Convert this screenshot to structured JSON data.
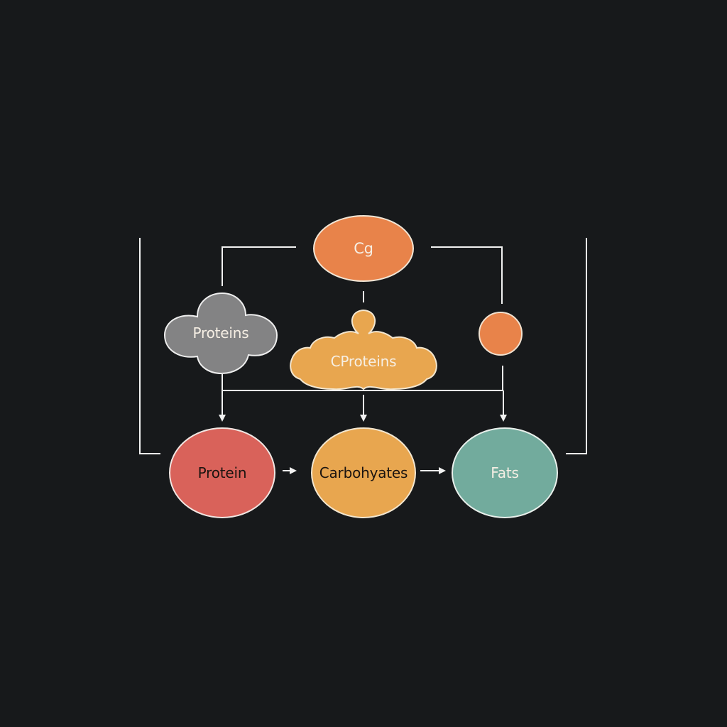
{
  "diagram": {
    "background_color": "#17191b",
    "line_color": "#f2f2f2",
    "nodes": {
      "cg": {
        "label": "Cg",
        "shape": "ellipse",
        "color": "#e8834a"
      },
      "proteins_cloud": {
        "label": "Proteins",
        "shape": "cloud",
        "color": "#838384"
      },
      "cproteins_cloud": {
        "label": "CProteins",
        "shape": "cloud",
        "color": "#e8a64f"
      },
      "small_dot": {
        "label": "",
        "shape": "circle",
        "color": "#e8834a"
      },
      "protein": {
        "label": "Protein",
        "shape": "ellipse",
        "color": "#d9625a"
      },
      "carbohydrates": {
        "label": "Carbohyates",
        "shape": "ellipse",
        "color": "#e8a64f"
      },
      "fats": {
        "label": "Fats",
        "shape": "ellipse",
        "color": "#72ab9d"
      }
    },
    "edges": [
      {
        "from": "cg",
        "to": "proteins_cloud",
        "type": "elbow-line"
      },
      {
        "from": "cg",
        "to": "small_dot",
        "type": "elbow-line"
      },
      {
        "from": "cg",
        "to": "cproteins_cloud",
        "type": "line"
      },
      {
        "from": "bus",
        "to": "protein",
        "type": "arrow"
      },
      {
        "from": "bus",
        "to": "carbohydrates",
        "type": "arrow"
      },
      {
        "from": "bus",
        "to": "fats",
        "type": "arrow"
      },
      {
        "from": "protein",
        "to": "carbohydrates",
        "type": "arrow"
      },
      {
        "from": "carbohydrates",
        "to": "fats",
        "type": "arrow"
      }
    ],
    "brackets": [
      "left",
      "right"
    ]
  }
}
